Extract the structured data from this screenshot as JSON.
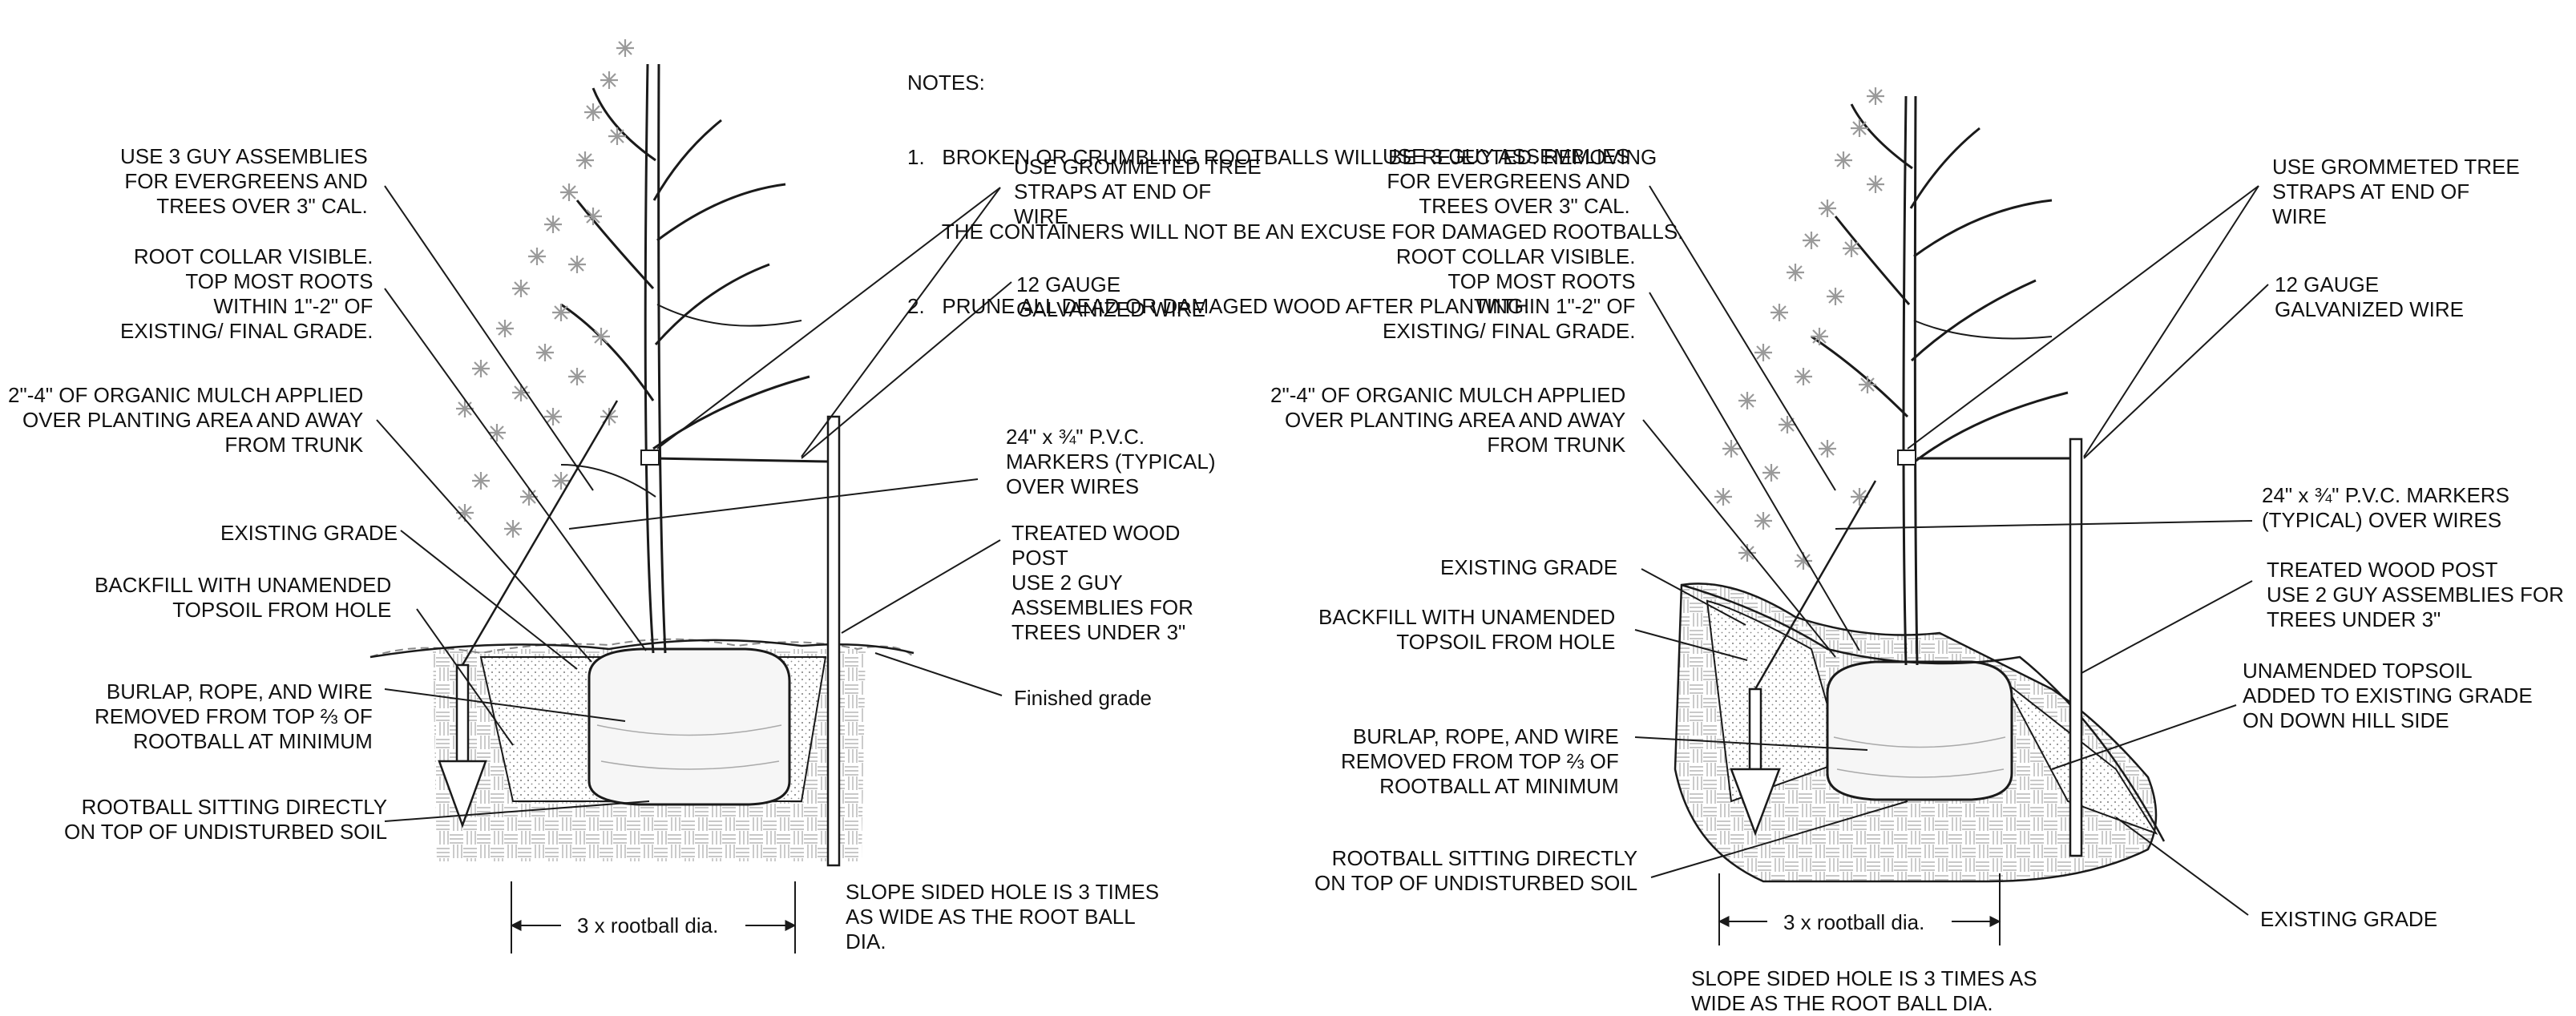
{
  "notes": {
    "heading": "NOTES:",
    "lines": [
      "1.   BROKEN OR CRUMBLING ROOTBALLS WILL BE REJECTED. REMOVING",
      "      THE CONTAINERS WILL NOT BE AN EXCUSE FOR DAMAGED ROOTBALLS.",
      "2.   PRUNE ALL DEAD OR DAMAGED WOOD AFTER PLANTING."
    ]
  },
  "left": {
    "guy_assemblies": "USE 3 GUY ASSEMBLIES\nFOR EVERGREENS AND\nTREES OVER 3\" CAL.",
    "root_collar": "ROOT COLLAR VISIBLE.\nTOP MOST ROOTS\nWITHIN 1\"-2\" OF\nEXISTING/ FINAL GRADE.",
    "mulch": "2\"-4\" OF ORGANIC MULCH APPLIED\nOVER PLANTING AREA AND AWAY\nFROM TRUNK",
    "existing_grade": "EXISTING GRADE",
    "backfill": "BACKFILL WITH UNAMENDED\nTOPSOIL FROM HOLE",
    "burlap": "BURLAP, ROPE, AND WIRE\nREMOVED FROM TOP ⅔ OF\nROOTBALL AT MINIMUM",
    "rootball": "ROOTBALL SITTING DIRECTLY\nON TOP OF UNDISTURBED SOIL",
    "straps": "USE GROMMETED TREE\nSTRAPS AT END OF\nWIRE",
    "wire": "12 GAUGE\nGALVANIZED WIRE",
    "markers": "24\" x ¾\" P.V.C.\nMARKERS (TYPICAL)\nOVER WIRES",
    "post": "TREATED WOOD\nPOST\nUSE 2 GUY\nASSEMBLIES FOR\nTREES UNDER 3\"",
    "finished_grade": "Finished grade",
    "dim": "3 x rootball dia.",
    "slope_hole": "SLOPE SIDED HOLE IS 3 TIMES\nAS WIDE AS THE ROOT BALL\nDIA."
  },
  "right": {
    "guy_assemblies": "USE 3 GUY ASSEMBLIES\nFOR EVERGREENS AND\nTREES OVER 3\" CAL.",
    "root_collar": "ROOT COLLAR VISIBLE.\nTOP MOST ROOTS\nWITHIN 1\"-2\" OF\nEXISTING/ FINAL GRADE.",
    "mulch": "2\"-4\" OF ORGANIC MULCH APPLIED\nOVER PLANTING AREA AND AWAY\nFROM TRUNK",
    "existing_grade_top": "EXISTING GRADE",
    "backfill": "BACKFILL WITH UNAMENDED\nTOPSOIL FROM HOLE",
    "burlap": "BURLAP, ROPE, AND WIRE\nREMOVED FROM TOP ⅔ OF\nROOTBALL AT MINIMUM",
    "rootball": "ROOTBALL SITTING DIRECTLY\nON TOP OF UNDISTURBED SOIL",
    "straps": "USE GROMMETED TREE\nSTRAPS AT END OF\nWIRE",
    "wire": "12 GAUGE\nGALVANIZED WIRE",
    "markers": "24\" x ¾\" P.V.C. MARKERS\n(TYPICAL) OVER WIRES",
    "post": "TREATED WOOD POST\nUSE 2 GUY ASSEMBLIES FOR\nTREES UNDER 3\"",
    "topsoil": "UNAMENDED TOPSOIL\nADDED TO EXISTING GRADE\nON DOWN HILL SIDE",
    "existing_grade_bottom": "EXISTING GRADE",
    "dim": "3 x rootball dia.",
    "slope_hole": "SLOPE SIDED HOLE IS 3 TIMES AS\nWIDE AS THE ROOT BALL DIA."
  },
  "colors": {
    "line": "#1a1a1a",
    "foliage": "#9a9a9a",
    "soil": "#cfcfcf"
  }
}
